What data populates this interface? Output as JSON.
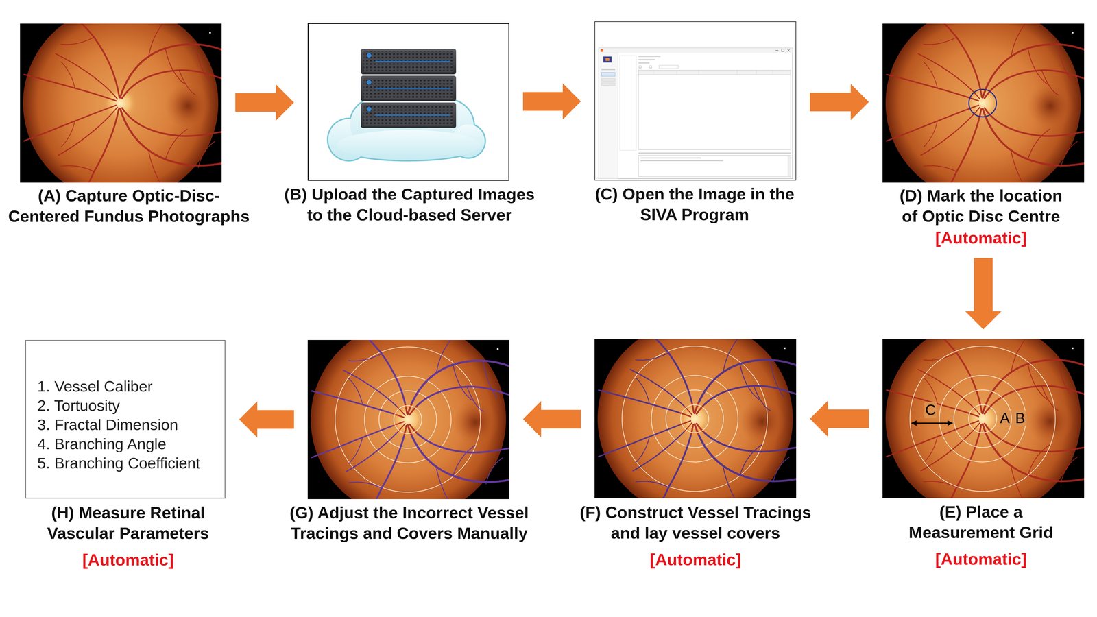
{
  "diagram": {
    "nodes": [
      {
        "text": [
          "(A) Capture Optic-Disc- Centered Fundus Photographs"
        ]
      },
      {
        "text": [
          "(B) Upload the Captured Images to the Cloud-based Server"
        ]
      },
      {
        "text": [
          "(C) Open the Image in the SIVA Program"
        ]
      },
      {
        "text": [
          "(D) Mark the location of Optic Disc Centre",
          "[Automatic]"
        ]
      },
      {
        "text": [
          "(E) Place a Measurement Grid",
          "[Automatic]"
        ]
      },
      {
        "text": [
          "(F) Construct Vessel Tracings and lay vessel covers",
          "[Automatic]"
        ]
      },
      {
        "text": [
          "(G) Adjust the Incorrect Vessel Tracings and Covers Manually"
        ]
      },
      {
        "text": [
          "1. Vessel Caliber",
          "2. Tortuosity",
          "3. Fractal Dimension",
          "4. Branching Angle",
          "5. Branching Coefficient",
          "(H) Measure Retinal Vascular Parameters",
          "[Automatic]"
        ]
      }
    ],
    "edges": [
      {
        "from": 0,
        "to": 1,
        "arrow": "to"
      },
      {
        "from": 1,
        "to": 2,
        "arrow": "to"
      },
      {
        "from": 2,
        "to": 3,
        "arrow": "to"
      },
      {
        "from": 3,
        "to": 4,
        "arrow": "to"
      },
      {
        "from": 4,
        "to": 5,
        "arrow": "to"
      },
      {
        "from": 5,
        "to": 6,
        "arrow": "to"
      },
      {
        "from": 6,
        "to": 7,
        "arrow": "to"
      }
    ],
    "labels": [
      "C",
      "A",
      "B"
    ]
  }
}
